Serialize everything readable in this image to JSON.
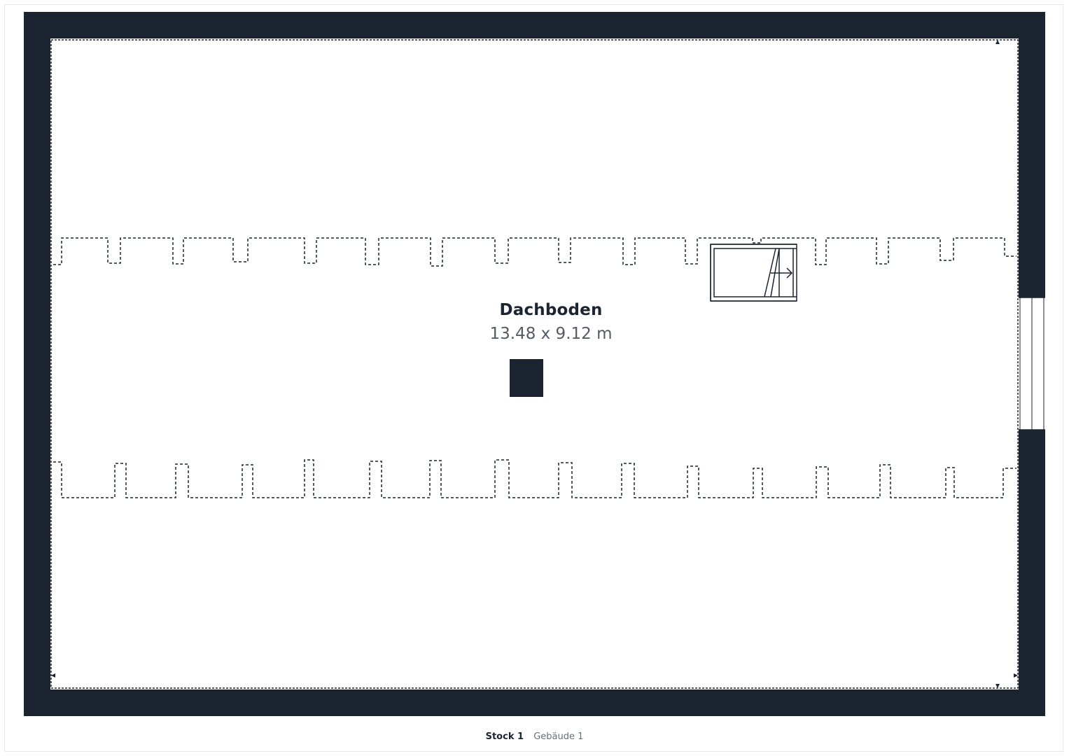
{
  "room": {
    "name": "Dachboden",
    "dimensions": "13.48 x 9.12 m"
  },
  "footer": {
    "floor_label": "Stock 1",
    "building_label": "Gebäude 1"
  },
  "colors": {
    "wall": "#1c2331",
    "background": "#ffffff",
    "dashed_line": "#1c2331"
  },
  "icons": {
    "staircase": "stairs-icon",
    "chimney": "chimney-block",
    "window": "window-icon"
  }
}
